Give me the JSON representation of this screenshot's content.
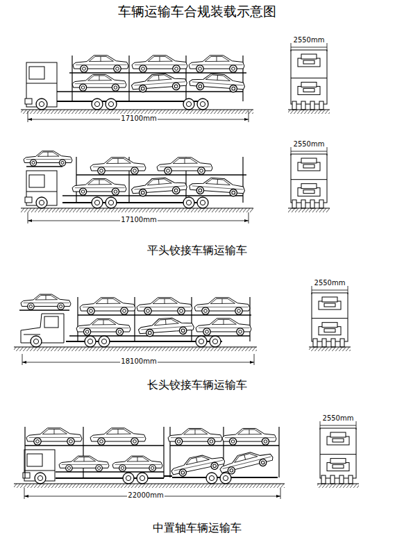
{
  "diagram": {
    "title": "车辆运输车合规装载示意图",
    "labels": [
      "2550mm",
      "17100mm",
      "2550mm",
      "17100mm",
      "平头铰接车辆运输车",
      "2550mm",
      "18100mm",
      "长头铰接车辆运输车",
      "2550mm",
      "22000mm",
      "中置轴车辆运输车"
    ]
  }
}
